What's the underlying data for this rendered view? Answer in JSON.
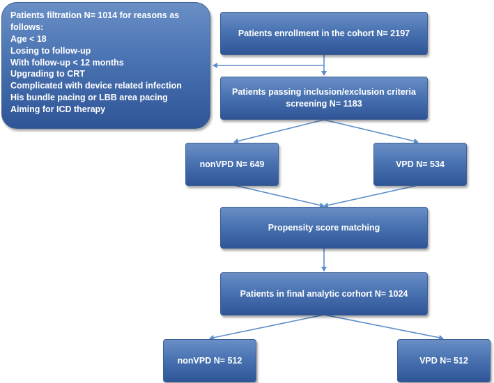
{
  "filtration": {
    "lines": [
      "Patients filtration N= 1014 for reasons as",
      "follows:",
      "Age < 18",
      "Losing to follow-up",
      "With follow-up < 12 months",
      "Upgrading to CRT",
      "Complicated with device related infection",
      "His bundle pacing or LBB area pacing",
      "Aiming for ICD therapy"
    ]
  },
  "enrollment": {
    "label": "Patients enrollment in the cohort N= 2197"
  },
  "screening": {
    "lines": [
      "Patients passing inclusion/exclusion criteria",
      "screening N= 1183"
    ]
  },
  "group1": {
    "nonvpd": {
      "label": "nonVPD N= 649"
    },
    "vpd": {
      "label": "VPD N= 534"
    }
  },
  "matching": {
    "label": "Propensity score matching"
  },
  "final": {
    "label": "Patients in final analytic corhort N= 1024"
  },
  "group2": {
    "nonvpd": {
      "label": "nonVPD N= 512"
    },
    "vpd": {
      "label": "VPD N= 512"
    }
  },
  "colors": {
    "box_top": "#6a8fc6",
    "box_bottom": "#2f5596",
    "arrow": "#5b8ccb",
    "text": "#ffffff"
  }
}
